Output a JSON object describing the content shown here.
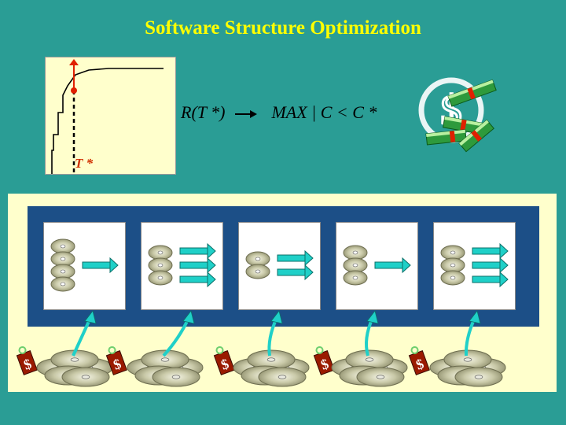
{
  "title": "Software Structure Optimization",
  "graph": {
    "t_label": "T *"
  },
  "formula": {
    "lhs": "R(T *)",
    "rhs": "MAX  | C < C *"
  },
  "icons": [
    "dollar-sign-icon",
    "money-stack-icon",
    "price-tag-icon",
    "cd-disc-icon",
    "arrow-right-icon"
  ],
  "stages": [
    {
      "discs": 4,
      "arrows": 1
    },
    {
      "discs": 3,
      "arrows": 3
    },
    {
      "discs": 2,
      "arrows": 2
    },
    {
      "discs": 3,
      "arrows": 1
    },
    {
      "discs": 3,
      "arrows": 3
    }
  ],
  "colors": {
    "background": "#2a9d95",
    "title": "#ffff00",
    "band": "#1c4f87",
    "panel": "#ffffcc",
    "arrow": "#1fd0c8",
    "accent_red": "#e02000"
  }
}
